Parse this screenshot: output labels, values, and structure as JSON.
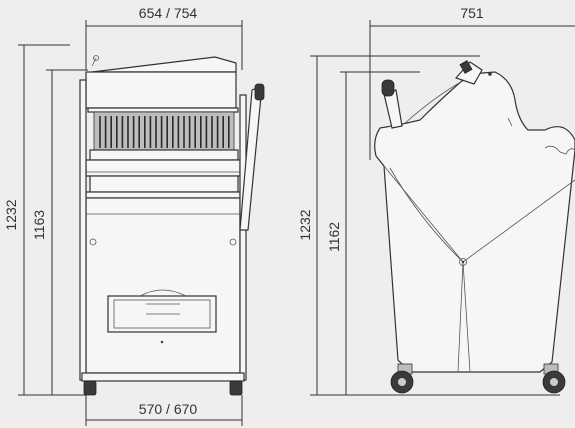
{
  "dimensions": {
    "front_width_top": "654 / 754",
    "front_width_bottom": "570 / 670",
    "front_height_total": "1232",
    "front_height_inner": "1163",
    "side_width": "751",
    "side_height_total": "1232",
    "side_height_inner": "1162"
  },
  "colors": {
    "background": "#eeeeee",
    "line": "#333333"
  }
}
